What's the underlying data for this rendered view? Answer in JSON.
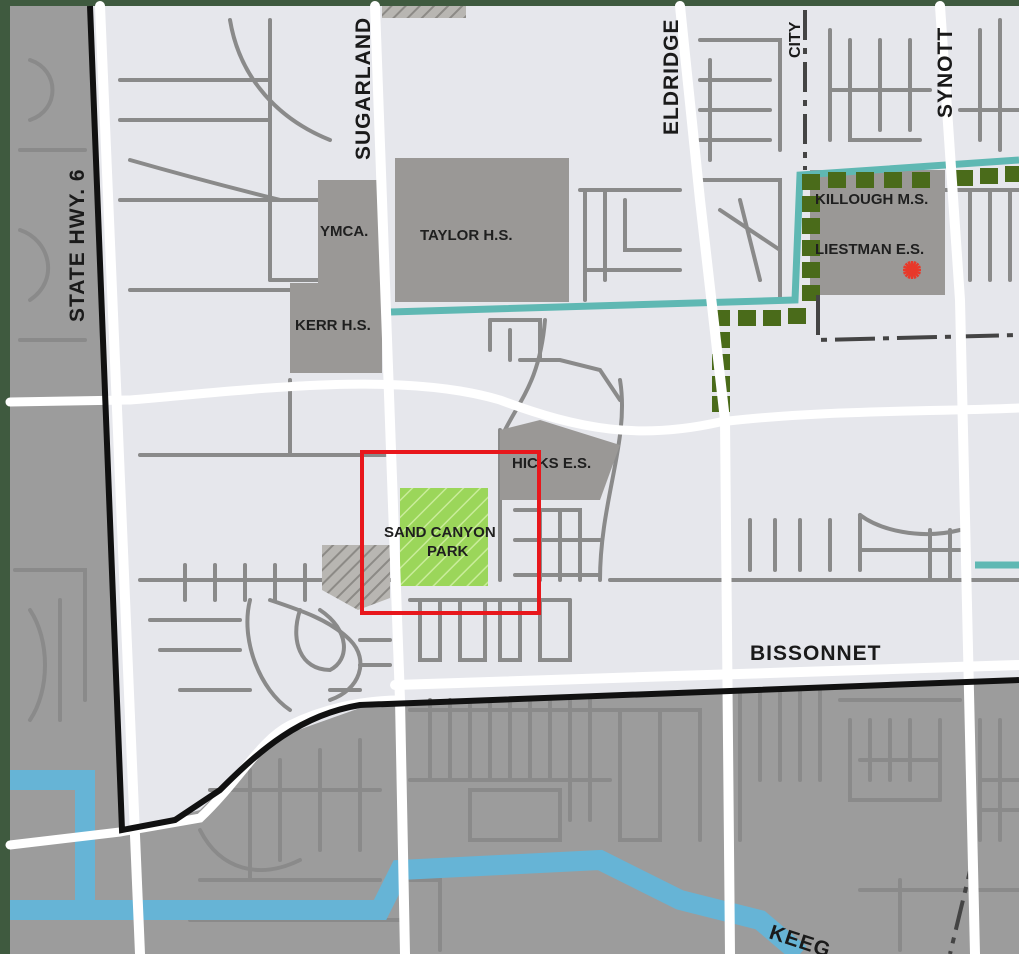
{
  "map": {
    "roads": {
      "state_hwy_6": "STATE HWY. 6",
      "sugarland": "SUGARLAND",
      "eldridge": "ELDRIDGE",
      "city": "CITY",
      "synott": "SYNOTT",
      "bissonnet": "BISSONNET",
      "keegan_partial": "KEEG"
    },
    "places": {
      "ymca": "YMCA.",
      "taylor_hs": "TAYLOR H.S.",
      "kerr_hs": "KERR H.S.",
      "killough_ms": "KILLOUGH M.S.",
      "liestman_es": "LIESTMAN E.S.",
      "hicks_es": "HICKS E.S.",
      "sand_canyon_park_line1": "SAND CANYON",
      "sand_canyon_park_line2": "PARK"
    },
    "colors": {
      "background_light": "#e6e7ec",
      "background_dark": "#9c9c9c",
      "building": "#9a9896",
      "road": "#ffffff",
      "local_street": "#8a8a8a",
      "trail": "#5fb8b3",
      "bayou": "#66b4d6",
      "park": "#9bd65a",
      "boundary": "#111111",
      "highlight_box": "#e8171c",
      "dotted_trail": "#4a6b1a",
      "marker": "#e8392a"
    },
    "icons": {
      "marker": "red-starburst-icon"
    }
  }
}
